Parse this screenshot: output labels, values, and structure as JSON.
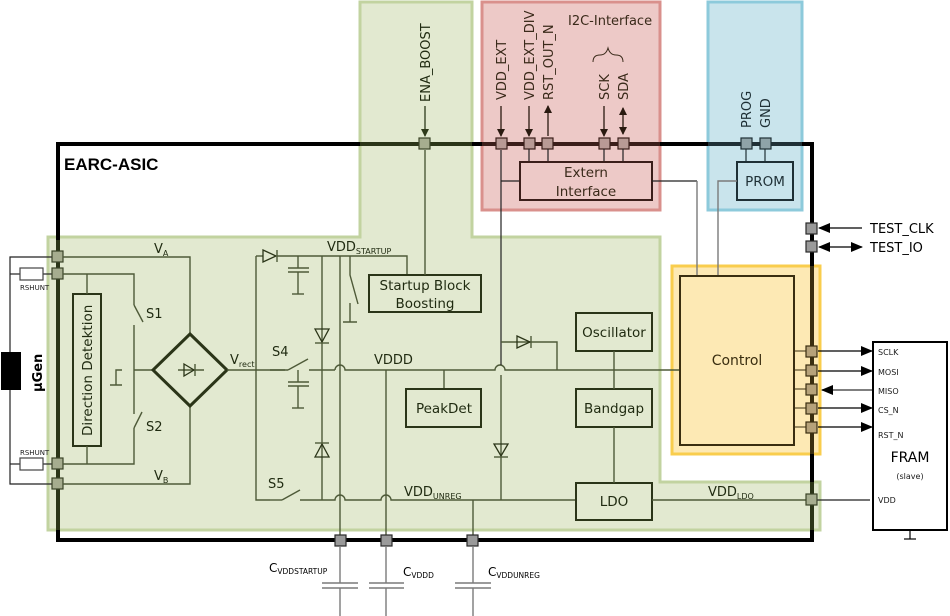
{
  "diagram": {
    "title": "EARC-ASIC",
    "colors": {
      "analog_region": "#e2e9d0",
      "analog_border": "#c2d3a0",
      "i2c_region": "#edc9c7",
      "i2c_border": "#d9908c",
      "prom_region": "#c9e4ec",
      "prom_border": "#8dcadb",
      "control_region": "#fde9b4",
      "control_border": "#f9cd4d",
      "chip_border": "#000000"
    },
    "regions": {
      "i2c": "I2C-Interface"
    },
    "external": {
      "generator": "µGen",
      "rshunt_top": "RSHUNT",
      "rshunt_bottom": "RSHUNT",
      "fram_title": "FRAM",
      "fram_sub": "(slave)",
      "fram_pins": [
        "SCLK",
        "MOSI",
        "MISO",
        "CS_N",
        "RST_N",
        "VDD"
      ],
      "test_pins": [
        "TEST_CLK",
        "TEST_IO"
      ],
      "caps": [
        {
          "main": "C",
          "sub": "VDDSTARTUP"
        },
        {
          "main": "C",
          "sub": "VDDD"
        },
        {
          "main": "C",
          "sub": "VDDUNREG"
        }
      ]
    },
    "pins_top": {
      "ena_boost": "ENA_BOOST",
      "vdd_ext": "VDD_EXT",
      "vdd_ext_div": "VDD_EXT_DIV",
      "rst_out_n": "RST_OUT_N",
      "sck": "SCK",
      "sda": "SDA",
      "prog": "PROG",
      "gnd": "GND"
    },
    "blocks": {
      "direction": "Direction Detektion",
      "startup_line1": "Startup Block",
      "startup_line2": "Boosting",
      "peakdet": "PeakDet",
      "oscillator": "Oscillator",
      "bandgap": "Bandgap",
      "ldo": "LDO",
      "extern_line1": "Extern",
      "extern_line2": "Interface",
      "prom": "PROM",
      "control": "Control"
    },
    "nets": {
      "va_main": "V",
      "va_sub": "A",
      "vb_main": "V",
      "vb_sub": "B",
      "vrect_main": "V",
      "vrect_sub": "rect",
      "vddstartup_main": "VDD",
      "vddstartup_sub": "STARTUP",
      "vddd": "VDDD",
      "vddunreg_main": "VDD",
      "vddunreg_sub": "UNREG",
      "vddldo_main": "VDD",
      "vddldo_sub": "LDO"
    },
    "switches": [
      "S1",
      "S2",
      "S4",
      "S5"
    ]
  }
}
